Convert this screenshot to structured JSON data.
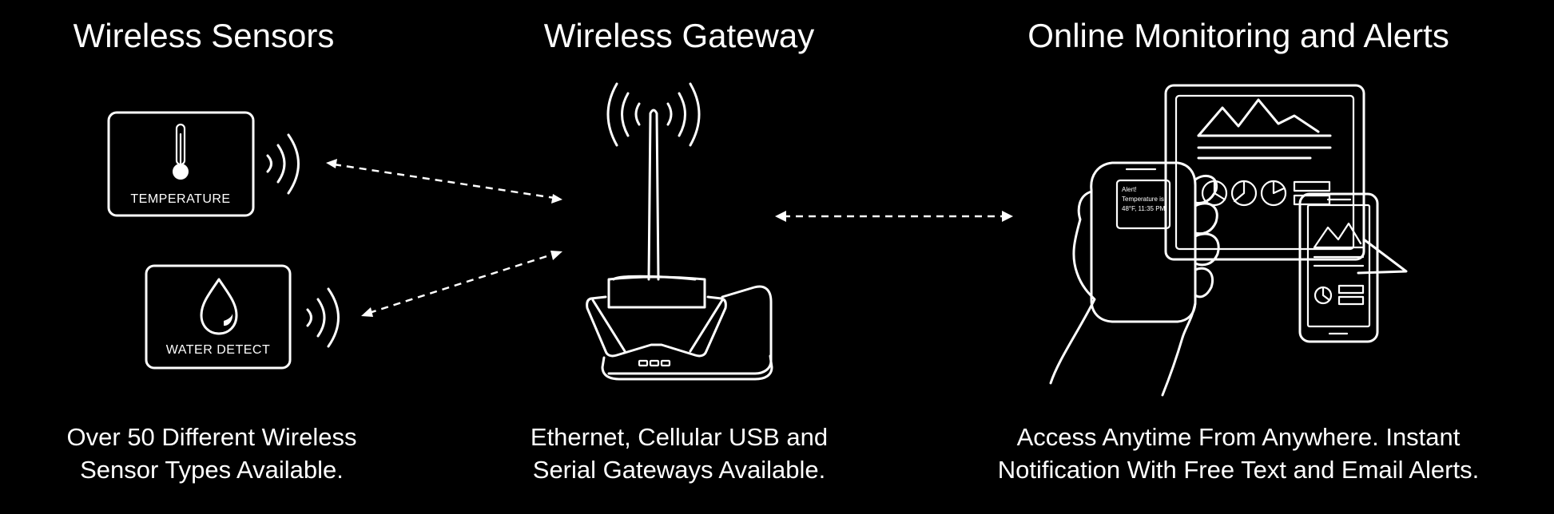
{
  "headings": {
    "sensors": "Wireless Sensors",
    "gateway": "Wireless Gateway",
    "monitoring": "Online Monitoring and Alerts"
  },
  "sensors": {
    "temperature_label": "TEMPERATURE",
    "water_label": "WATER DETECT"
  },
  "alert": {
    "line1": "Alert!",
    "line2": "Temperature is",
    "line3": "48°F, 11:35 PM"
  },
  "captions": {
    "sensors": [
      "Over 50 Different Wireless",
      "Sensor Types Available."
    ],
    "gateway": [
      "Ethernet, Cellular USB and",
      "Serial Gateways Available."
    ],
    "monitoring": [
      "Access Anytime From Anywhere. Instant",
      "Notification With Free Text and Email Alerts."
    ]
  },
  "colors": {
    "background": "#000000",
    "foreground": "#ffffff"
  }
}
